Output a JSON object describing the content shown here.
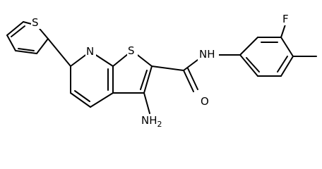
{
  "molecule": {
    "atoms": {
      "thiophene_s": "S",
      "pyridine_n": "N",
      "ring_s": "S",
      "amide_nh": "NH",
      "carbonyl_o": "O",
      "fluorine": "F",
      "amine_n": "NH",
      "amine_sub": "2"
    }
  }
}
